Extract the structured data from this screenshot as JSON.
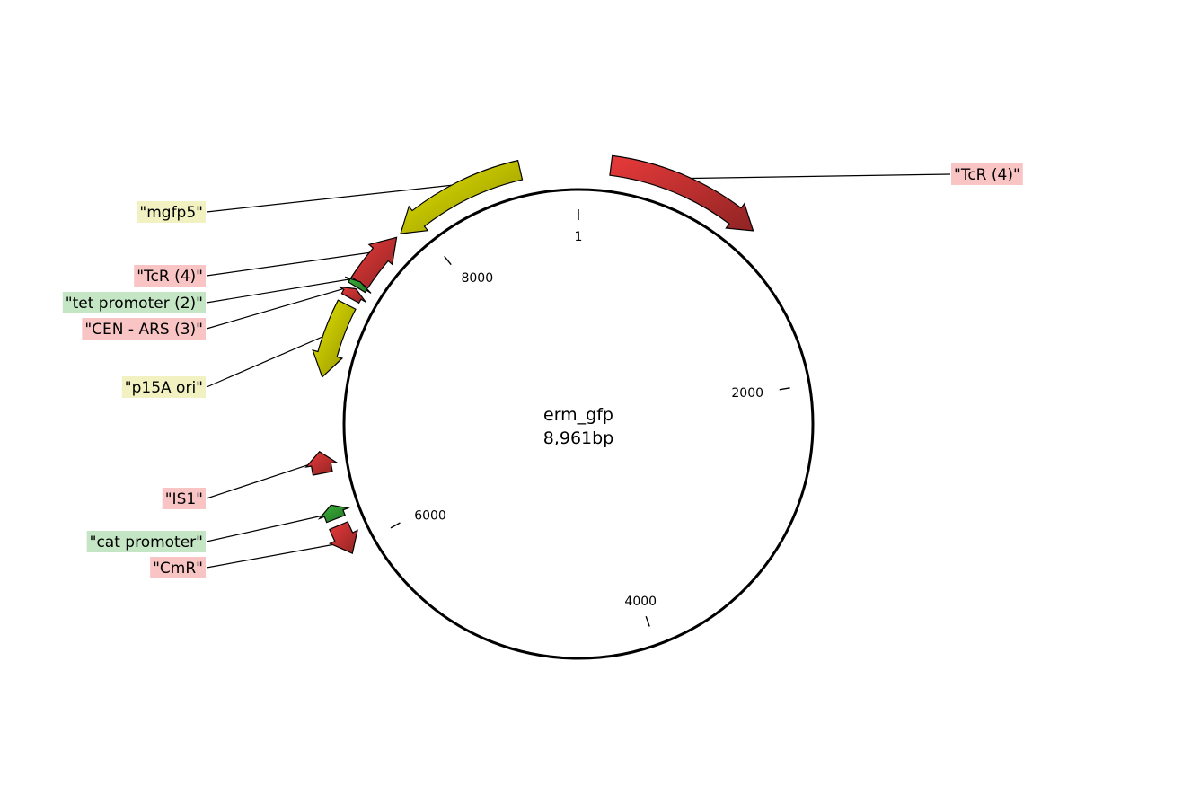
{
  "plasmid": {
    "name": "erm_gfp",
    "size_label": "8,961bp",
    "length_bp": 8961
  },
  "ticks": [
    {
      "bp": 1,
      "label": "1"
    },
    {
      "bp": 2000,
      "label": "2000"
    },
    {
      "bp": 4000,
      "label": "4000"
    },
    {
      "bp": 6000,
      "label": "6000"
    },
    {
      "bp": 8000,
      "label": "8000"
    }
  ],
  "features": [
    {
      "id": "tcr-right",
      "label": "\"TcR (4)\"",
      "start": 180,
      "end": 1050,
      "strand": "+",
      "color": "#e83a3a",
      "label_color": "#f8c4c4"
    },
    {
      "id": "mgfp5",
      "label": "\"mgfp5\"",
      "start": 7890,
      "end": 8640,
      "strand": "-",
      "color": "#e6e600",
      "label_color": "#f1f1c2"
    },
    {
      "id": "tcr-left",
      "label": "\"TcR (4)\"",
      "start": 7540,
      "end": 7860,
      "strand": "+",
      "color": "#e83a3a",
      "label_color": "#f8c4c4"
    },
    {
      "id": "tet-promoter",
      "label": "\"tet promoter (2)\"",
      "start": 7510,
      "end": 7545,
      "strand": "+",
      "color": "#3ab53a",
      "label_color": "#c4e6c4"
    },
    {
      "id": "cen-ars",
      "label": "\"CEN - ARS (3)\"",
      "start": 7440,
      "end": 7500,
      "strand": "+",
      "color": "#e83a3a",
      "label_color": "#f8c4c4"
    },
    {
      "id": "p15a-ori",
      "label": "\"p15A ori\"",
      "start": 6980,
      "end": 7400,
      "strand": "-",
      "color": "#e6e600",
      "label_color": "#f1f1c2"
    },
    {
      "id": "is1",
      "label": "\"IS1\"",
      "start": 6450,
      "end": 6570,
      "strand": "+",
      "color": "#e83a3a",
      "label_color": "#f8c4c4"
    },
    {
      "id": "cat-promoter",
      "label": "\"cat promoter\"",
      "start": 6190,
      "end": 6270,
      "strand": "+",
      "color": "#3ab53a",
      "label_color": "#c4e6c4"
    },
    {
      "id": "cmr",
      "label": "\"CmR\"",
      "start": 5980,
      "end": 6150,
      "strand": "-",
      "color": "#e83a3a",
      "label_color": "#f8c4c4"
    }
  ]
}
